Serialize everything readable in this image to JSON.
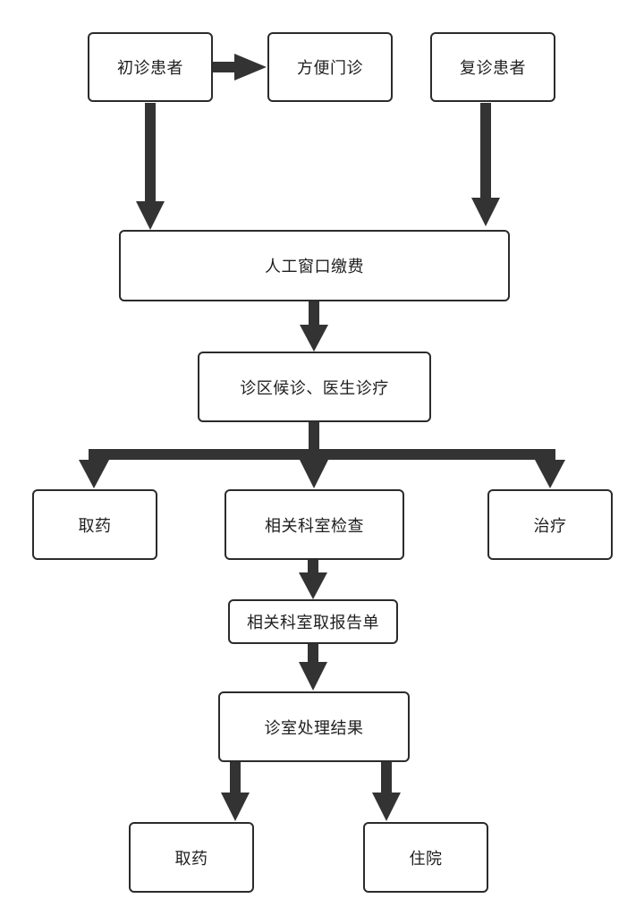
{
  "diagram": {
    "nodes": {
      "first_visit_patient": "初诊患者",
      "convenience_clinic": "方便门诊",
      "return_visit_patient": "复诊患者",
      "manual_payment_window": "人工窗口缴费",
      "waiting_and_treatment": "诊区候诊、医生诊疗",
      "get_medicine_1": "取药",
      "department_exam": "相关科室检查",
      "therapy": "治疗",
      "get_report": "相关科室取报告单",
      "result_processing": "诊室处理结果",
      "get_medicine_2": "取药",
      "hospitalization": "住院"
    }
  },
  "colors": {
    "arrow": "#333333",
    "box_border": "#2b2b2b",
    "text": "#1f1f1f"
  }
}
